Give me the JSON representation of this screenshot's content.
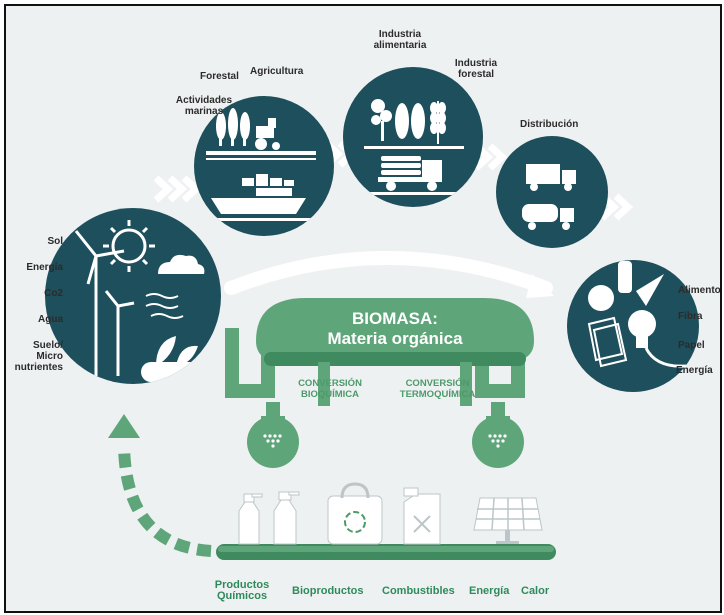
{
  "colors": {
    "circle": "#1e4f5c",
    "green": "#5fa57a",
    "green_dark": "#3f8a5f",
    "chevron": "#ffffff",
    "background": "#eef1f2"
  },
  "inputs": {
    "items": [
      "Sol",
      "Energía",
      "Co2",
      "Agua",
      "Suelo/\nMicro\nnutrientes"
    ]
  },
  "stage1": {
    "forestal": "Forestal",
    "agricultura": "Agricultura",
    "actividades": "Actividades\nmarinas"
  },
  "stage2": {
    "alimentaria": "Industria\nalimentaria",
    "forestal": "Industria\nforestal"
  },
  "stage3": {
    "distribucion": "Distribución"
  },
  "outputs": {
    "items": [
      "Alimento",
      "Fibra",
      "Papel",
      "Energía"
    ]
  },
  "biomasa": {
    "title": "BIOMASA:",
    "subtitle": "Materia orgánica"
  },
  "conversion": {
    "bio": "CONVERSIÓN\nBIOQUÍMICA",
    "termo": "CONVERSIÓN\nTERMOQUÍMICA"
  },
  "products": {
    "items": [
      "Productos\nQuímicos",
      "Bioproductos",
      "Combustibles",
      "Energía",
      "Calor"
    ]
  },
  "icons": [
    "sun-icon",
    "wind-turbine-icon",
    "cloud-icon",
    "tractor-icon",
    "ship-icon",
    "tree-icon",
    "wheat-icon",
    "truck-icon",
    "tanker-truck-icon",
    "apple-icon",
    "bulb-icon",
    "spray-bottle-icon",
    "recycle-bag-icon",
    "fuel-can-icon",
    "solar-panel-icon"
  ]
}
